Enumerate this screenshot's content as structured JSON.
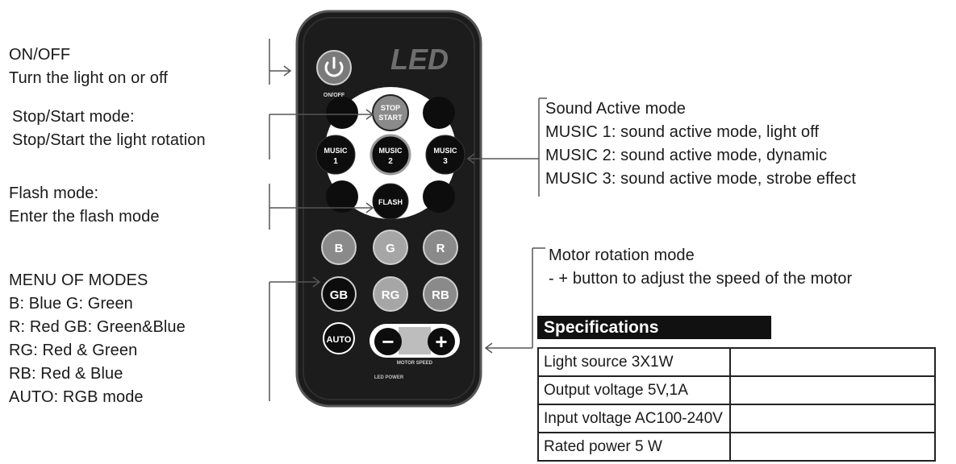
{
  "left_labels": {
    "onoff": [
      "ON/OFF",
      "Turn the light on or off"
    ],
    "stopstart": [
      "Stop/Start mode:",
      "Stop/Start the light rotation"
    ],
    "flash": [
      "Flash mode:",
      "Enter the flash mode"
    ],
    "menu": [
      "MENU OF MODES",
      "B: Blue  G: Green",
      "R: Red  GB: Green&Blue",
      "RG: Red & Green",
      "RB: Red & Blue",
      "AUTO: RGB mode"
    ]
  },
  "right_labels": {
    "sound": [
      "Sound Active mode",
      "MUSIC 1: sound active mode, light off",
      "MUSIC 2: sound active mode, dynamic",
      "MUSIC 3: sound active mode, strobe effect"
    ],
    "motor": [
      "Motor rotation mode",
      "- + button to adjust the speed of the motor"
    ]
  },
  "remote": {
    "logo": "LED",
    "onoff_label": "ON/OFF",
    "stop_top": "STOP",
    "stop_bottom": "START",
    "music1_top": "MUSIC",
    "music1_bottom": "1",
    "music2_top": "MUSIC",
    "music2_bottom": "2",
    "music3_top": "MUSIC",
    "music3_bottom": "3",
    "flash": "FLASH",
    "b": "B",
    "g": "G",
    "r": "R",
    "gb": "GB",
    "rg": "RG",
    "rb": "RB",
    "auto": "AUTO",
    "minus": "−",
    "plus": "+",
    "speed_label": "MOTOR SPEED",
    "power_label": "LED POWER"
  },
  "specifications": {
    "title": "Specifications",
    "rows": [
      "Light source 3X1W",
      "Output voltage 5V,1A",
      "Input voltage AC100-240V",
      "Rated power 5 W"
    ]
  },
  "colors": {
    "remote_body": "#1c1c1c",
    "button_dark": "#0d0d0d",
    "button_light": "#8a8a8a",
    "button_lighter": "#a6a6a6",
    "white_ring": "#ffffff"
  }
}
